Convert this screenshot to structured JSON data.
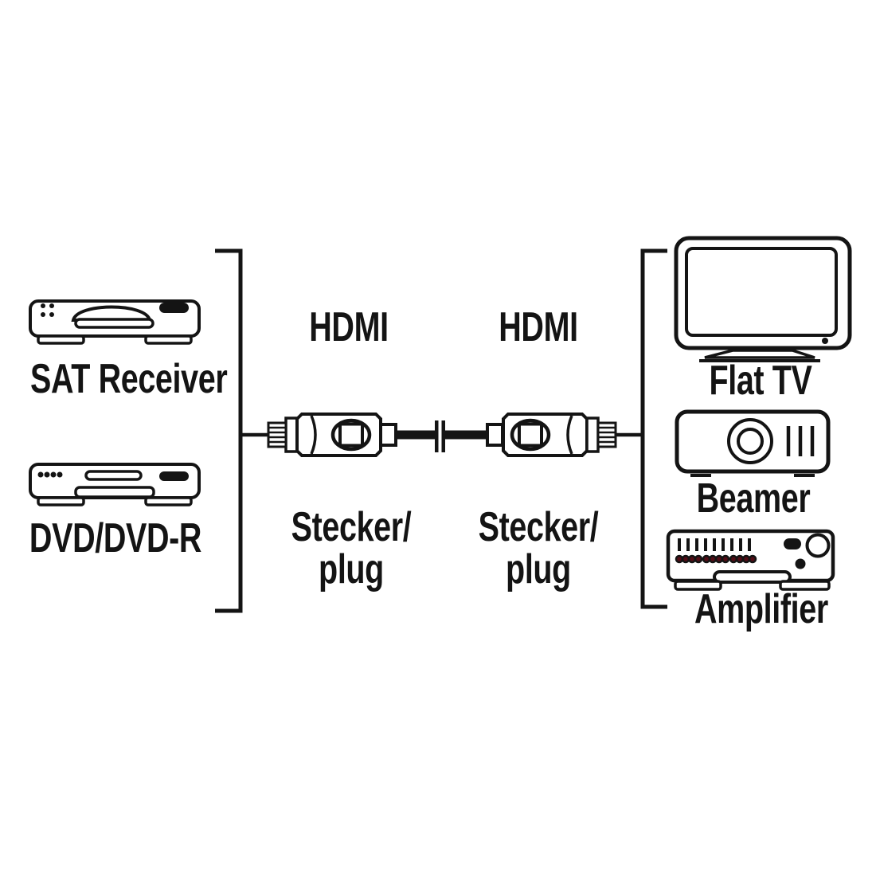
{
  "palette": {
    "ink": "#141414",
    "background": "#ffffff",
    "amplifier_led_red": "#530d16"
  },
  "left_devices": {
    "items": [
      {
        "name": "sat-receiver",
        "label": "SAT Receiver"
      },
      {
        "name": "dvd-player",
        "label": "DVD/DVD-R"
      }
    ]
  },
  "cable": {
    "left_end": {
      "connector_label": "HDMI",
      "plug_label_line1": "Stecker/",
      "plug_label_line2": "plug"
    },
    "right_end": {
      "connector_label": "HDMI",
      "plug_label_line1": "Stecker/",
      "plug_label_line2": "plug"
    }
  },
  "right_devices": {
    "items": [
      {
        "name": "flat-tv",
        "label": "Flat TV"
      },
      {
        "name": "beamer",
        "label": "Beamer"
      },
      {
        "name": "amplifier",
        "label": "Amplifier"
      }
    ]
  }
}
